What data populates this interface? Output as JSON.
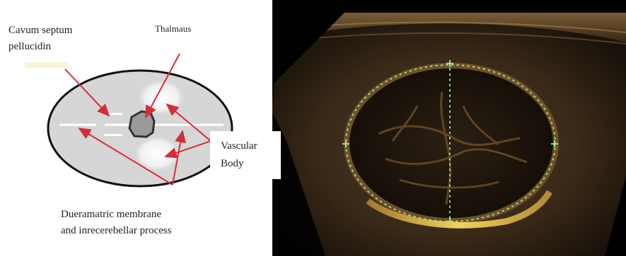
{
  "left_panel": {
    "labels": {
      "cavum_line1": "Cavum septum",
      "cavum_line2": "pellucidin",
      "thalmaus": "Thalmaus",
      "vascular_line1": "Vascular",
      "vascular_line2": "Body",
      "dura_line1": "Dueramatric membrane",
      "dura_line2": "and inrecerebellar process"
    },
    "colors": {
      "arrow": "#d0303a",
      "ellipse_fill": "#d6d6d6",
      "outline": "#111111"
    }
  },
  "right_panel": {
    "colors": {
      "background": "#000000",
      "tissue": "#7a5a30",
      "bright_echo": "#f2d060",
      "caliper": "#9be28a"
    }
  }
}
